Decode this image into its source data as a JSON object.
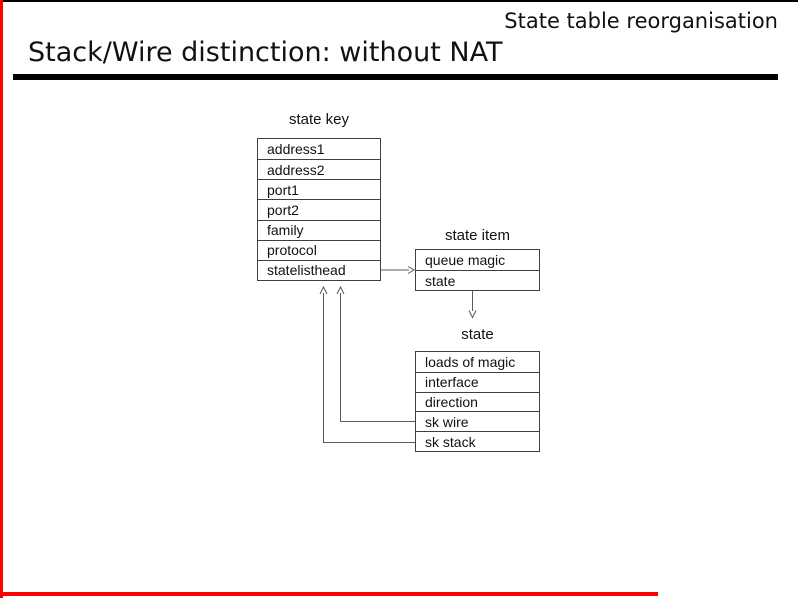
{
  "page": {
    "header": "State table reorganisation",
    "title": "Stack/Wire distinction: without NAT",
    "accent_color": "#ff0000"
  },
  "diagram": {
    "tables": [
      {
        "label": "state key",
        "rows": [
          "address1",
          "address2",
          "port1",
          "port2",
          "family",
          "protocol",
          "statelisthead"
        ]
      },
      {
        "label": "state item",
        "rows": [
          "queue magic",
          "state"
        ]
      },
      {
        "label": "state",
        "rows": [
          "loads of magic",
          "interface",
          "direction",
          "sk wire",
          "sk stack"
        ]
      }
    ],
    "connections": [
      {
        "from": "state key / statelisthead",
        "to": "state item / queue magic",
        "direction": "right"
      },
      {
        "from": "state item / state",
        "to": "state",
        "direction": "down"
      },
      {
        "from": "state / sk wire",
        "to": "state key",
        "direction": "up"
      },
      {
        "from": "state / sk stack",
        "to": "state key",
        "direction": "up"
      }
    ]
  }
}
